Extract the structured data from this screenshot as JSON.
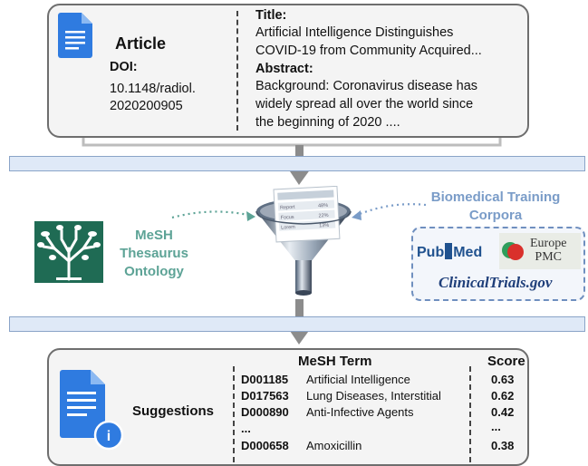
{
  "article": {
    "label": "Article",
    "doi_label": "DOI:",
    "doi_line1": "10.1148/radiol.",
    "doi_line2": "2020200905",
    "title_label": "Title:",
    "title_line1": "Artificial Intelligence Distinguishes",
    "title_line2": "COVID-19 from Community Acquired...",
    "abstract_label": "Abstract:",
    "abstract_line1": "Background: Coronavirus disease has",
    "abstract_line2": "widely spread all over the world since",
    "abstract_line3": "the beginning of 2020 ...."
  },
  "mesh_source": {
    "line1": "MeSH",
    "line2": "Thesaurus",
    "line3": "Ontology"
  },
  "funnel_table": {
    "rows": [
      {
        "label": "Report",
        "value": "48%"
      },
      {
        "label": "Focus",
        "value": "22%"
      },
      {
        "label": "Lorem",
        "value": "13%"
      }
    ]
  },
  "corpora": {
    "title_line1": "Biomedical Training",
    "title_line2": "Corpora",
    "pubmed_a": "Pub",
    "pubmed_b": "Med",
    "europe_line1": "Europe",
    "europe_line2": "PMC",
    "clinicaltrials": "ClinicalTrials.gov"
  },
  "suggestions": {
    "label": "Suggestions",
    "info_glyph": "i",
    "header_term": "MeSH Term",
    "header_score": "Score",
    "rows": [
      {
        "id": "D001185",
        "term": "Artificial Intelligence",
        "score": "0.63"
      },
      {
        "id": "D017563",
        "term": "Lung Diseases, Interstitial",
        "score": "0.62"
      },
      {
        "id": "D000890",
        "term": "Anti-Infective Agents",
        "score": "0.42"
      },
      {
        "id": "...",
        "term": "",
        "score": "..."
      },
      {
        "id": "D000658",
        "term": "Amoxicillin",
        "score": "0.38"
      }
    ]
  },
  "colors": {
    "doc_blue": "#2f7be0",
    "mesh_teal": "#5da396",
    "corpora_blue": "#7a9cc8",
    "band": "#dfe9f7"
  }
}
